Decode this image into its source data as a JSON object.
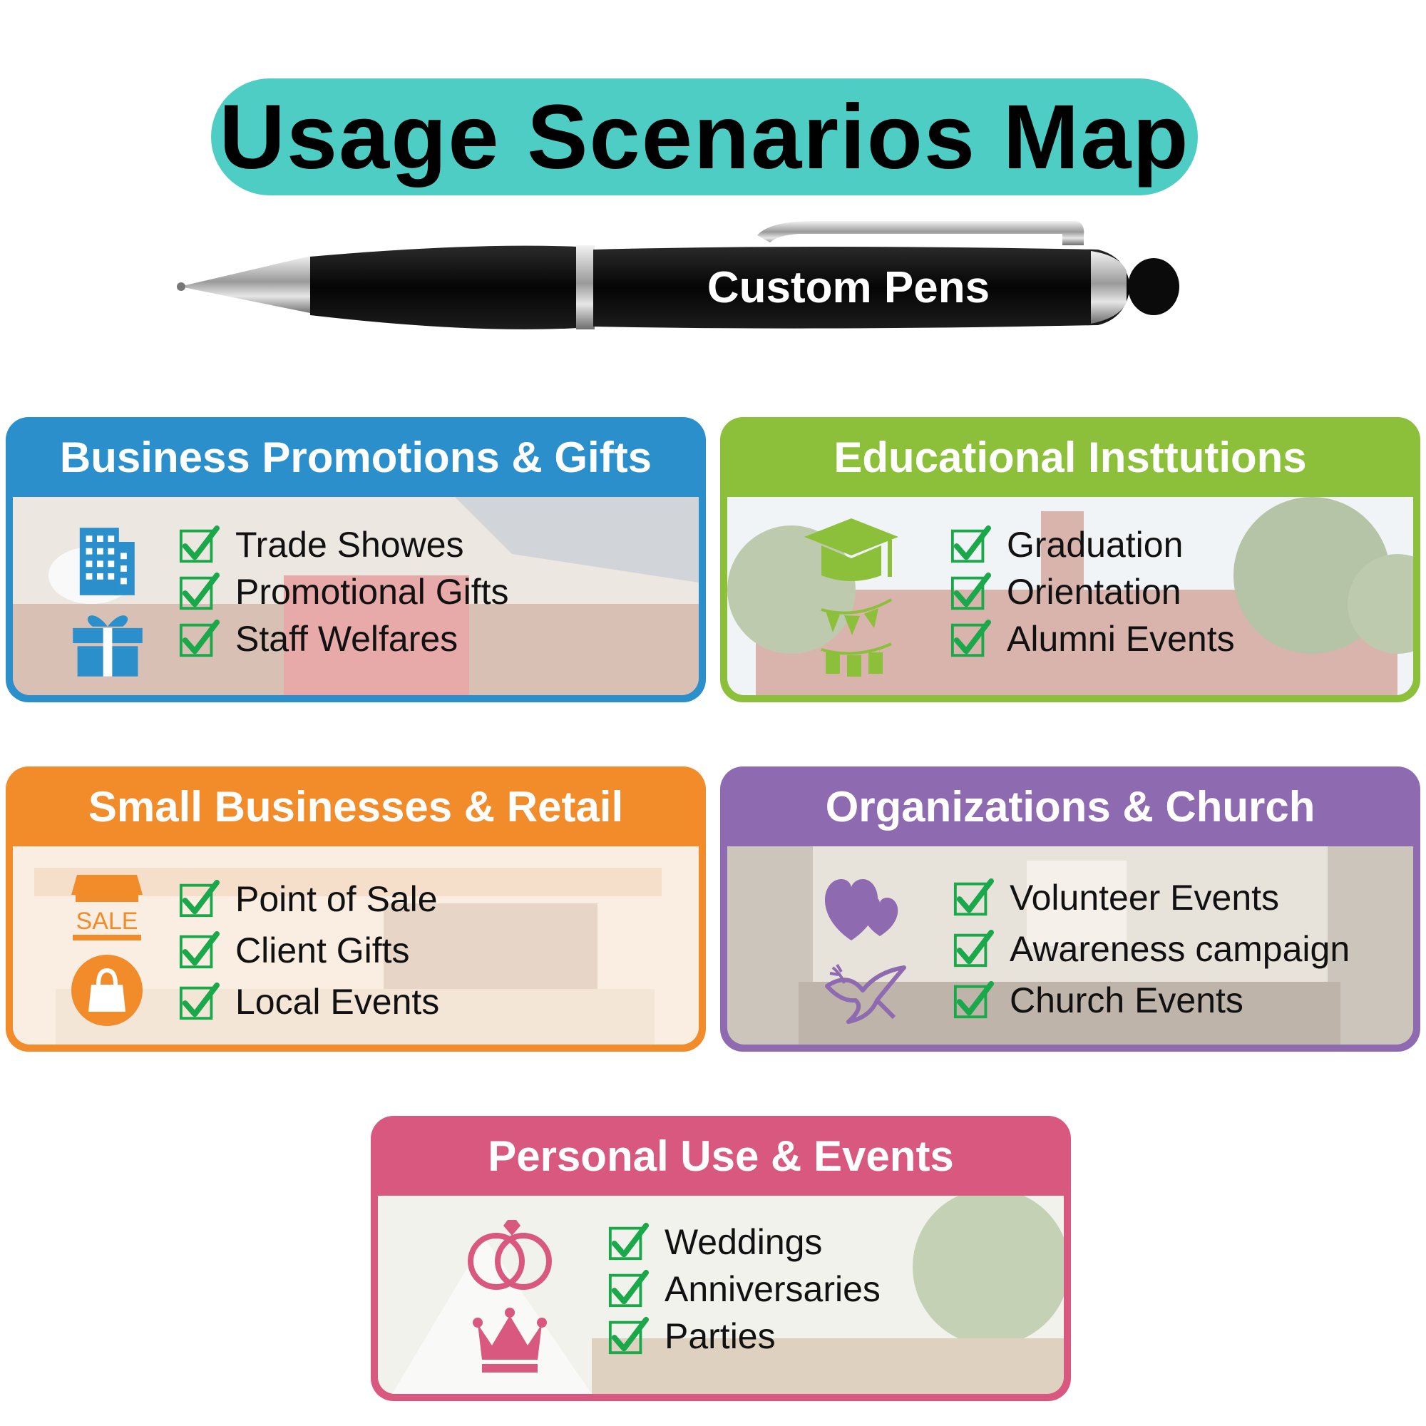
{
  "title": "Usage Scenarios Map",
  "pen_label": "Custom Pens",
  "colors": {
    "title_bg": "#4ecdc4",
    "business": "#2b8fcc",
    "education": "#8cbf3a",
    "retail": "#f28c2a",
    "church": "#8e6ab0",
    "personal": "#d9587f",
    "check": "#1aa84b"
  },
  "cards": {
    "business": {
      "title": "Business Promotions & Gifts",
      "icons": [
        "office-building-icon",
        "gift-box-icon"
      ],
      "items": [
        "Trade Showes",
        "Promotional Gifts",
        "Staff Welfares"
      ]
    },
    "education": {
      "title": "Educational Insttutions",
      "icons": [
        "graduation-cap-icon",
        "bunting-flags-icon"
      ],
      "items": [
        "Graduation",
        "Orientation",
        "Alumni Events"
      ]
    },
    "retail": {
      "title": "Small Businesses & Retail",
      "icons": [
        "sale-storefront-icon",
        "shopping-bag-icon"
      ],
      "sale_icon_text": "SALE",
      "items": [
        "Point of Sale",
        "Client Gifts",
        "Local Events"
      ]
    },
    "church": {
      "title": "Organizations & Church",
      "icons": [
        "hearts-icon",
        "dove-icon"
      ],
      "items": [
        "Volunteer Events",
        "Awareness campaign",
        "Church Events"
      ]
    },
    "personal": {
      "title": "Personal Use & Events",
      "icons": [
        "wedding-rings-icon",
        "crown-icon"
      ],
      "items": [
        "Weddings",
        "Anniversaries",
        "Parties"
      ]
    }
  }
}
